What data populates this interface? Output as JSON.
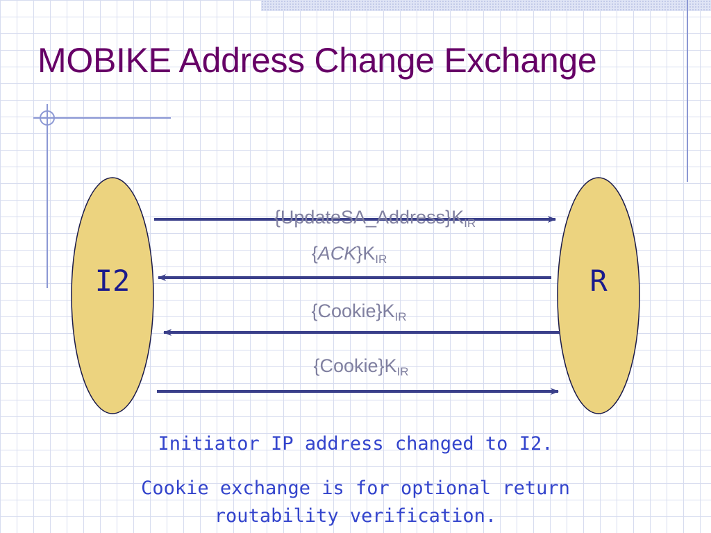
{
  "slide": {
    "title": "MOBIKE Address Change Exchange"
  },
  "nodes": {
    "left": "I2",
    "right": "R"
  },
  "messages": [
    {
      "text": "{UpdateSA_Address}K",
      "sub": "IR",
      "direction": "right"
    },
    {
      "text_open": "{",
      "text_italic": "ACK",
      "text_close": "}K",
      "sub": "IR",
      "direction": "left"
    },
    {
      "text": "{Cookie}K",
      "sub": "IR",
      "direction": "left"
    },
    {
      "text": "{Cookie}K",
      "sub": "IR",
      "direction": "right"
    }
  ],
  "captions": {
    "line1": "Initiator IP address changed to I2.",
    "line2a": "Cookie exchange is for optional return",
    "line2b": "routability verification."
  },
  "colors": {
    "title": "#660066",
    "ellipse_fill": "#ecd37f",
    "ellipse_stroke": "#1a1a4a",
    "arrow": "#3a3f8a",
    "message_text": "#8080a0",
    "node_text": "#1a1a8c",
    "caption": "#3344cc"
  }
}
